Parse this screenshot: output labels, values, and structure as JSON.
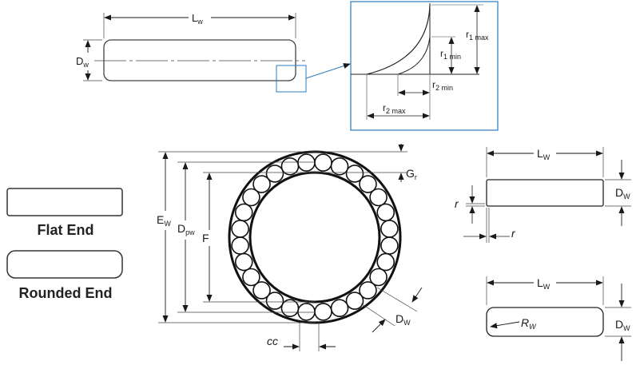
{
  "top_roller": {
    "length_label": {
      "main": "L",
      "sub": "w"
    },
    "diameter_label": {
      "main": "D",
      "sub": "w"
    }
  },
  "detail_inset": {
    "r1_max": {
      "main": "r",
      "sub": "1 max"
    },
    "r1_min": {
      "main": "r",
      "sub": "1 min"
    },
    "r2_min": {
      "main": "r",
      "sub": "2 min"
    },
    "r2_max": {
      "main": "r",
      "sub": "2 max"
    },
    "frame_color": "#2b7bbf"
  },
  "end_types": {
    "flat": "Flat End",
    "rounded": "Rounded End"
  },
  "assembly": {
    "outer_dia": {
      "main": "E",
      "sub": "W"
    },
    "pitch_dia": {
      "main": "D",
      "sub": "pw"
    },
    "inner_dia": "F",
    "radial_gap": {
      "main": "G",
      "sub": "r"
    },
    "roller_dia": {
      "main": "D",
      "sub": "W"
    },
    "center_spacing": "cc"
  },
  "flat_roller": {
    "length_label": {
      "main": "L",
      "sub": "W"
    },
    "diameter_label": {
      "main": "D",
      "sub": "W"
    },
    "corner_label": "r"
  },
  "rounded_roller": {
    "length_label": {
      "main": "L",
      "sub": "W"
    },
    "diameter_label": {
      "main": "D",
      "sub": "W"
    },
    "radius_label": {
      "main": "R",
      "sub": "W"
    }
  }
}
